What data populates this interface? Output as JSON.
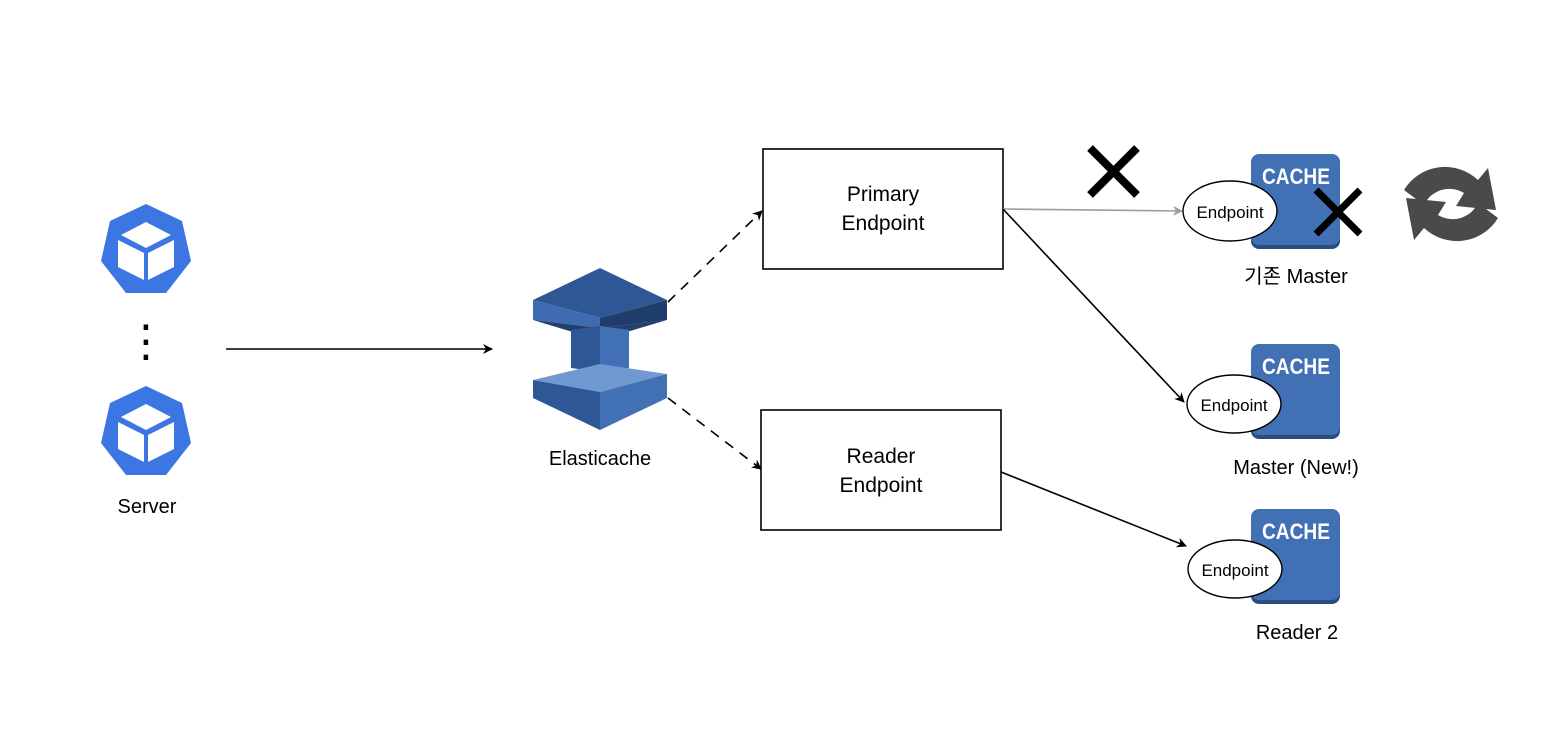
{
  "server": {
    "label": "Server",
    "ellipsis": "⋮",
    "icon": "kubernetes-pod-icon",
    "icon_color": "#3c76e3"
  },
  "elasticache": {
    "label": "Elasticache",
    "icon": "aws-elasticache-icon"
  },
  "endpoints": {
    "primary": {
      "line1": "Primary",
      "line2": "Endpoint"
    },
    "reader": {
      "line1": "Reader",
      "line2": "Endpoint"
    }
  },
  "nodes": {
    "old_master": {
      "label": "기존 Master",
      "cache_text": "CACHE",
      "endpoint_text": "Endpoint"
    },
    "new_master": {
      "label": "Master (New!)",
      "cache_text": "CACHE",
      "endpoint_text": "Endpoint"
    },
    "reader2": {
      "label": "Reader 2",
      "cache_text": "CACHE",
      "endpoint_text": "Endpoint"
    }
  },
  "marks": {
    "failed_connection": "cross-icon",
    "failed_node": "cross-icon",
    "failover": "refresh-icon"
  },
  "colors": {
    "cache_blue": "#4170b5",
    "cache_shadow": "#2a4d80",
    "failed_line": "#9e9e9e",
    "refresh_gray": "#4a4a4a"
  }
}
